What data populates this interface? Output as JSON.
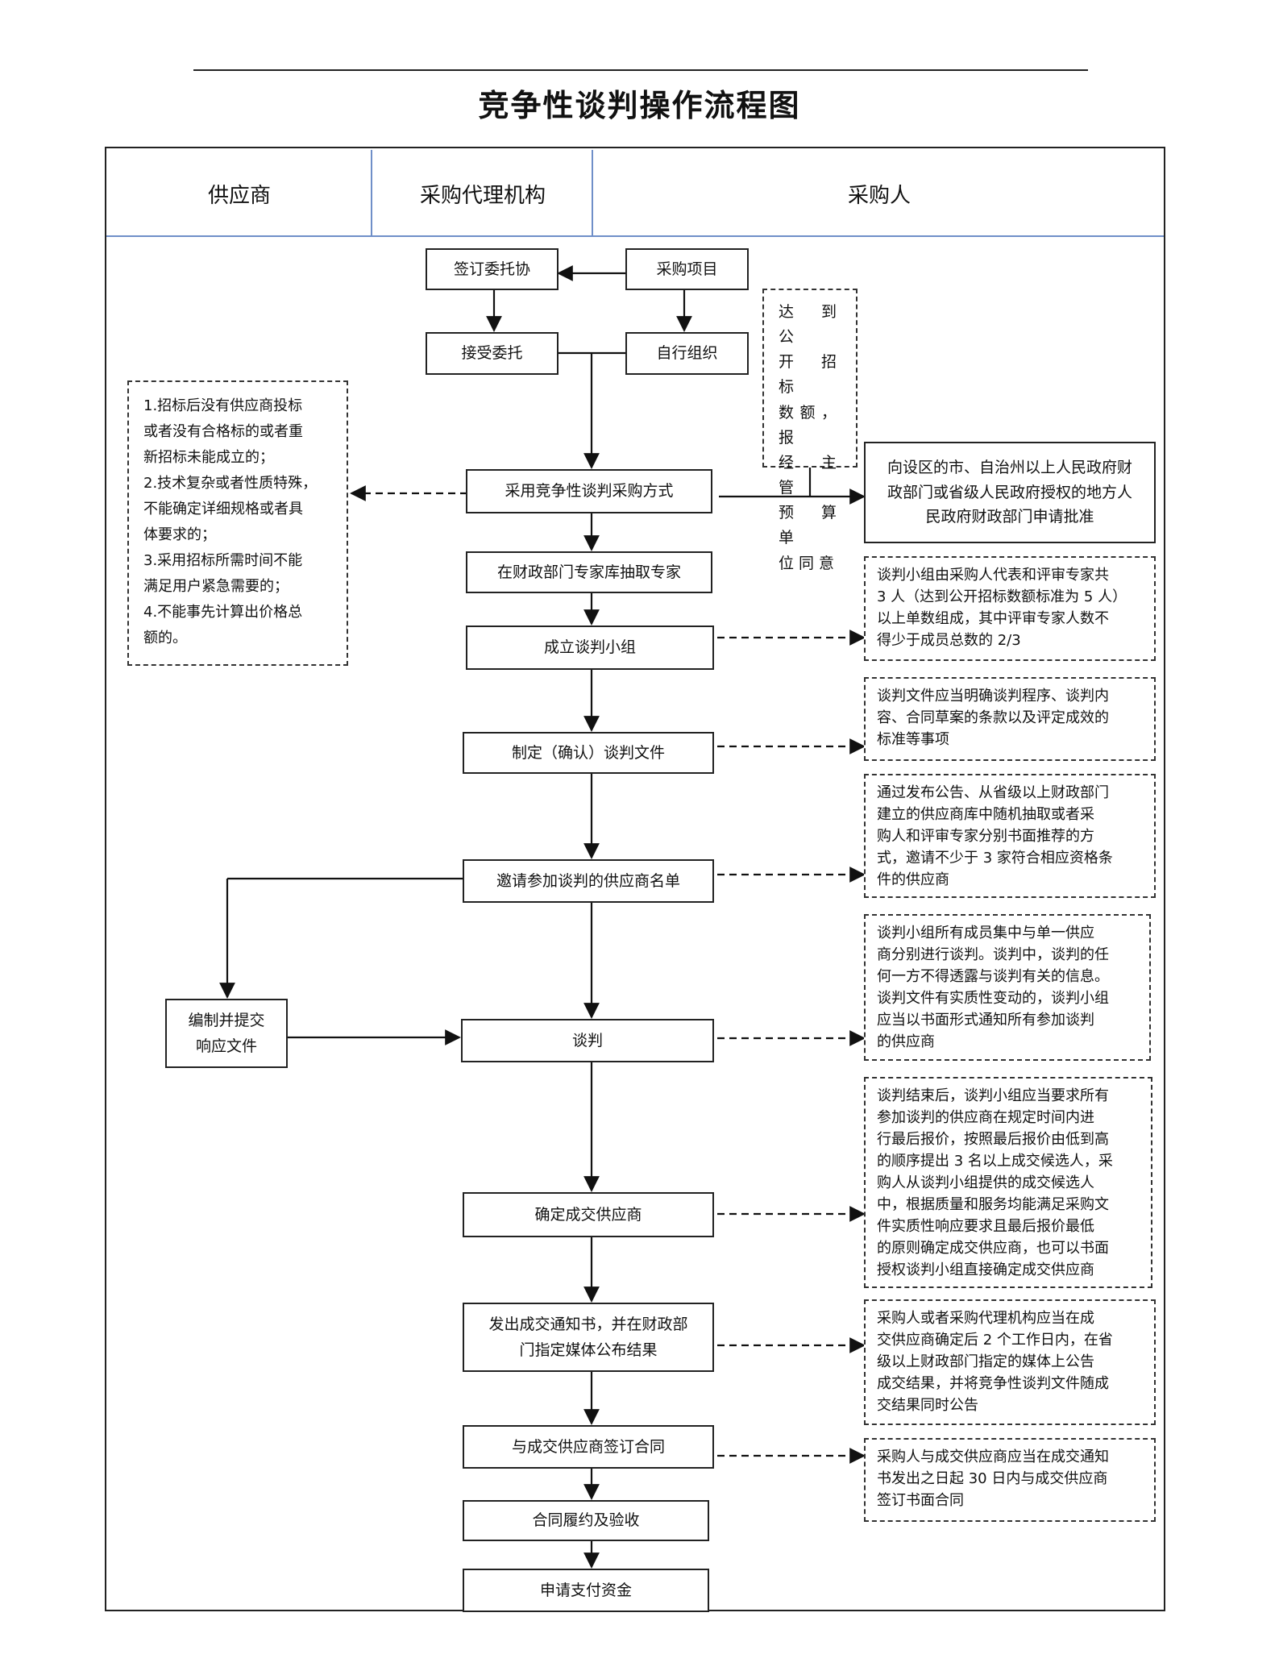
{
  "title": "竞争性谈判操作流程图",
  "lanes": {
    "supplier": "供应商",
    "agency": "采购代理机构",
    "purchaser": "采购人"
  },
  "nodes": {
    "sign_commission": "签订委托协",
    "procurement_project": "采购项目",
    "accept_commission": "接受委托",
    "self_organize": "自行组织",
    "adopt_method": "采用竞争性谈判采购方式",
    "draw_experts": "在财政部门专家库抽取专家",
    "form_group": "成立谈判小组",
    "make_documents": "制定（确认）谈判文件",
    "invite_list": "邀请参加谈判的供应商名单",
    "prepare_response": [
      "编制并提交",
      "响应文件"
    ],
    "negotiate": "谈判",
    "determine_supplier": "确定成交供应商",
    "issue_notice": [
      "发出成交通知书，并在财政部",
      "门指定媒体公布结果"
    ],
    "sign_contract": "与成交供应商签订合同",
    "perform_accept": "合同履约及验收",
    "apply_payment": "申请支付资金",
    "apply_approval": [
      "向设区的市、自治州以上人民政府财",
      "政部门或省级人民政府授权的地方人",
      "民政府财政部门申请批准"
    ]
  },
  "notes": {
    "threshold": [
      "达 到 公",
      "开 招 标",
      "数额，报",
      "经 主 管",
      "预 算 单",
      "位同意"
    ],
    "conditions": [
      "1.招标后没有供应商投标",
      "或者没有合格标的或者重",
      "新招标未能成立的；",
      "2.技术复杂或者性质特殊，",
      "不能确定详细规格或者具",
      "体要求的；",
      "3.采用招标所需时间不能",
      "满足用户紧急需要的；",
      "4.不能事先计算出价格总",
      "额的。"
    ],
    "group_composition": [
      "谈判小组由采购人代表和评审专家共",
      "3 人（达到公开招标数额标准为 5 人）",
      "以上单数组成，其中评审专家人数不",
      "得少于成员总数的 2/3"
    ],
    "document_content": [
      "谈判文件应当明确谈判程序、谈判内",
      "容、合同草案的条款以及评定成效的",
      "标准等事项"
    ],
    "invite_method": [
      "通过发布公告、从省级以上财政部门",
      "建立的供应商库中随机抽取或者采",
      "购人和评审专家分别书面推荐的方",
      "式，邀请不少于 3 家符合相应资格条",
      "件的供应商"
    ],
    "negotiate_rules": [
      "谈判小组所有成员集中与单一供应",
      "商分别进行谈判。谈判中，谈判的任",
      "何一方不得透露与谈判有关的信息。",
      "谈判文件有实质性变动的，谈判小组",
      "应当以书面形式通知所有参加谈判",
      "的供应商"
    ],
    "determine_rules": [
      "谈判结束后，谈判小组应当要求所有",
      "参加谈判的供应商在规定时间内进",
      "行最后报价，按照最后报价由低到高",
      "的顺序提出 3 名以上成交候选人，采",
      "购人从谈判小组提供的成交候选人",
      "中，根据质量和服务均能满足采购文",
      "件实质性响应要求且最后报价最低",
      "的原则确定成交供应商，也可以书面",
      "授权谈判小组直接确定成交供应商"
    ],
    "notice_rules": [
      "采购人或者采购代理机构应当在成",
      "交供应商确定后 2 个工作日内，在省",
      "级以上财政部门指定的媒体上公告",
      "成交结果，并将竞争性谈判文件随成",
      "交结果同时公告"
    ],
    "contract_rules": [
      "采购人与成交供应商应当在成交通知",
      "书发出之日起 30 日内与成交供应商",
      "签订书面合同"
    ]
  }
}
